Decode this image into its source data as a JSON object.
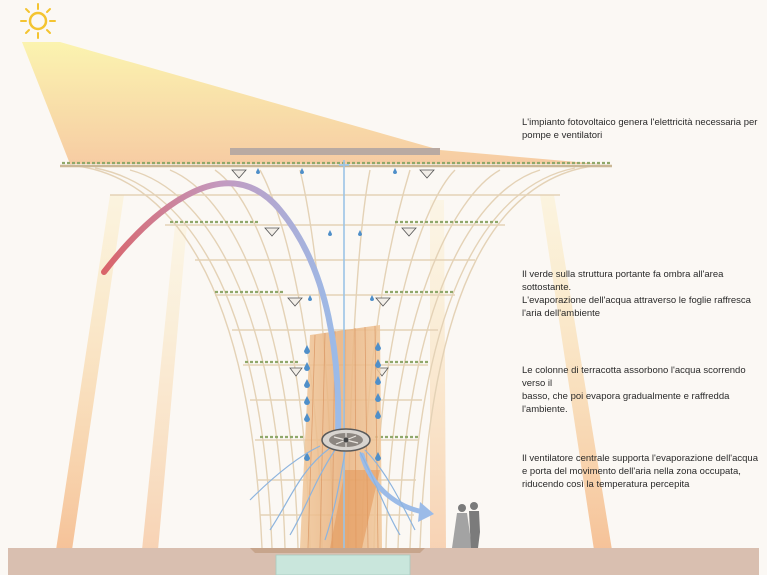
{
  "annotations": [
    {
      "lines": [
        "L'impianto fotovoltaico genera l'elettricità necessaria per",
        "pompe e ventilatori"
      ]
    },
    {
      "lines": [
        "Il verde sulla struttura portante fa ombra all'area sottostante.",
        "L'evaporazione dell'acqua attraverso le foglie raffresca",
        "l'aria dell'ambiente"
      ]
    },
    {
      "lines": [
        "Le colonne di terracotta assorbono l'acqua scorrendo verso il",
        "basso, che poi evapora gradualmente e raffredda l'ambiente."
      ]
    },
    {
      "lines": [
        "Il ventilatore centrale supporta l'evaporazione dell'acqua",
        "e porta del movimento dell'aria nella zona occupata,",
        "riducendo così la temperatura percepita"
      ]
    }
  ],
  "icons": {
    "sun": "sun-icon",
    "fan": "fan-icon",
    "people": "couple-silhouette",
    "droplet": "water-droplet-icon",
    "airflow": "airflow-arrow-icon"
  },
  "colors": {
    "background": "#fbf8f4",
    "sun": "#f4c430",
    "sunlight_beam": "#f7e27a",
    "structure": "#e9dcc4",
    "greenery": "#8fa86a",
    "terracotta": "#e2a872",
    "water": "#7fb6e0",
    "ground": "#d9bfb0",
    "pool": "#c9e6dc",
    "hot_air": "#d9646a",
    "cool_air": "#9bbbe8"
  }
}
